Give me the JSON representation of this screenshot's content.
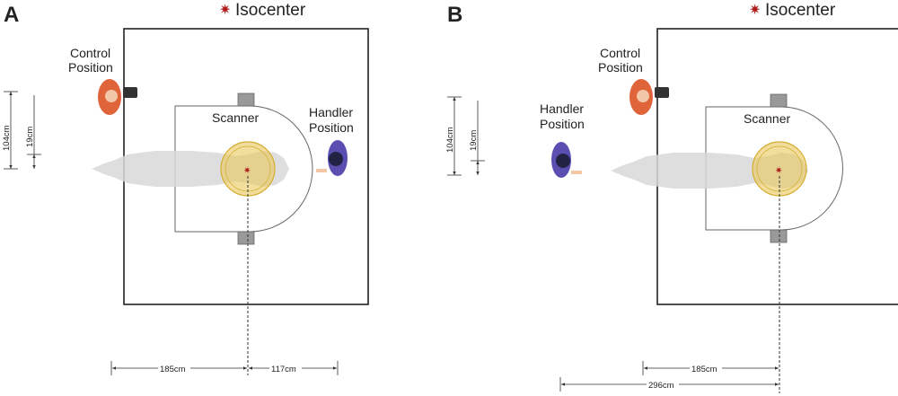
{
  "panels": [
    {
      "letter": "A",
      "isocenter_label": "Isocenter",
      "control_label": [
        "Control",
        "Position"
      ],
      "handler_label": [
        "Handler",
        "Position"
      ],
      "scanner_label": "Scanner",
      "dims": {
        "vertical_outer": "104cm",
        "vertical_inner": "19cm",
        "horizontal_1": "185cm",
        "horizontal_2": "117cm"
      }
    },
    {
      "letter": "B",
      "isocenter_label": "Isocenter",
      "control_label": [
        "Control",
        "Position"
      ],
      "handler_label": [
        "Handler",
        "Position"
      ],
      "scanner_label": "Scanner",
      "dims": {
        "vertical_outer": "104cm",
        "vertical_inner": "19cm",
        "horizontal_1": "185cm",
        "horizontal_2": "296cm"
      }
    }
  ],
  "colors": {
    "isocenter_star": "#b01c1c",
    "control_person": "#e0643a",
    "handler_person": "#5a4fb0",
    "scanner_ring": "#e8c85a",
    "horse": "#d8d8d8"
  }
}
